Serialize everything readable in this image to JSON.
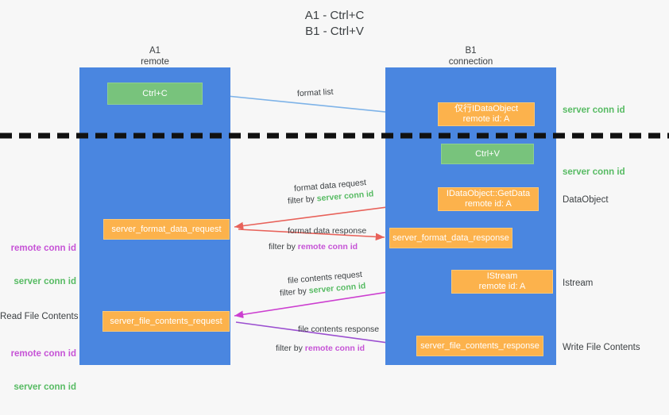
{
  "title": "A1 - Ctrl+C\nB1 - Ctrl+V",
  "columns": {
    "a1": "A1\nremote",
    "b1": "B1\nconnection"
  },
  "boxes": {
    "ctrl_c": "Ctrl+C",
    "idataobject": "仅行IDataObject\nremote id: A",
    "ctrl_v": "Ctrl+V",
    "getdata": "IDataObject::GetData\nremote id: A",
    "server_format_data_request": "server_format_data_request",
    "server_format_data_response": "server_format_data_response",
    "istream": "IStream\nremote id: A",
    "server_file_contents_request": "server_file_contents_request",
    "server_file_contents_response": "server_file_contents_response"
  },
  "right_labels": {
    "server_conn_id_1": "server conn id",
    "server_conn_id_2": "server conn id",
    "dataobject": "DataObject",
    "istream": "Istream",
    "write_file_contents": "Write File Contents"
  },
  "left_labels": {
    "remote_conn_id_1": "remote conn id",
    "server_conn_id_1": "server conn id",
    "read_file_contents": "Read File Contents",
    "remote_conn_id_2": "remote conn id",
    "server_conn_id_2": "server conn id"
  },
  "arrow_labels": {
    "format_list": "format list",
    "format_data_request": "format data request",
    "format_data_request_filter_prefix": "filter by ",
    "format_data_request_filter_key": "server conn id",
    "format_data_response": "format data response",
    "format_data_response_filter_prefix": "filter by ",
    "format_data_response_filter_key": "remote conn id",
    "file_contents_request": "file contents request",
    "file_contents_request_filter_prefix": "filter by ",
    "file_contents_request_filter_key": "server conn id",
    "file_contents_response": "file contents response",
    "file_contents_response_filter_prefix": "filter by ",
    "file_contents_response_filter_key": "remote conn id"
  },
  "colors": {
    "lane": "#4a86e0",
    "green_box": "#78c37c",
    "orange_box": "#fcb24c",
    "green_text": "#57bb63",
    "magenta_text": "#c653d6",
    "arrow_blue": "#7eb3e8",
    "arrow_red": "#e8625a",
    "arrow_magenta": "#cc3fd0",
    "arrow_purple": "#9b4fd0",
    "arrow_black": "#000000",
    "background": "#f7f7f7"
  }
}
